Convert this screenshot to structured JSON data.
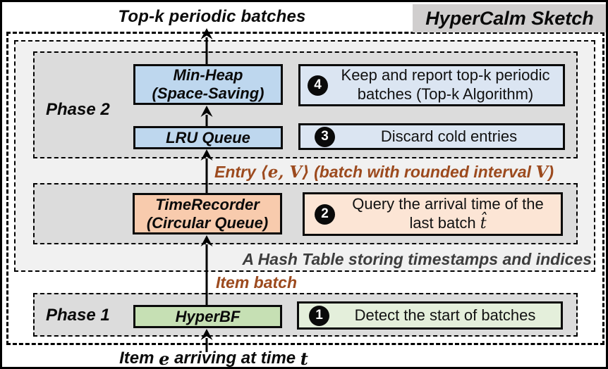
{
  "title_top": "Top-k periodic batches",
  "brand": "HyperCalm Sketch",
  "phase2": {
    "label": "Phase 2",
    "minheap_line1": "Min-Heap",
    "minheap_line2": "(Space-Saving)",
    "lru_label": "LRU Queue",
    "step4": {
      "num": "4",
      "text": "Keep and report top-k periodic\nbatches (Top-k Algorithm)"
    },
    "step3": {
      "num": "3",
      "text": "Discard cold entries"
    }
  },
  "entry_label": {
    "p1": "Entry ",
    "math1": "⟨e, V⟩",
    "p2": " (batch with rounded interval ",
    "math2": "V",
    "p3": ")"
  },
  "timerecorder": {
    "box_line1": "TimeRecorder",
    "box_line2": "(Circular Queue)",
    "step2": {
      "num": "2",
      "line1": "Query the arrival time of the",
      "line2_prefix": "last batch ",
      "line2_math": "t̂"
    }
  },
  "hash_label": "A Hash Table storing timestamps and indices",
  "item_batch_label": "Item batch",
  "phase1": {
    "label": "Phase 1",
    "hyperbf_label": "HyperBF",
    "step1": {
      "num": "1",
      "text": "Detect the start of batches"
    }
  },
  "bottom_label": {
    "p1": "Item ",
    "math_e": "e",
    "p2": " arriving at time ",
    "math_t": "t"
  },
  "colors": {
    "component_blue": "#bed7ee",
    "annotation_blue": "#dbe5f2",
    "component_peach": "#f8cbad",
    "annotation_peach": "#fce5d5",
    "component_green": "#c6e0b4",
    "annotation_green": "#e4efdb",
    "phase_gray": "#dcdcdc",
    "group_gray": "#f1f1f1",
    "brand_gray": "#d0cece",
    "flow_brown": "#9c4a1e",
    "hash_text_gray": "#3d3d3d"
  }
}
